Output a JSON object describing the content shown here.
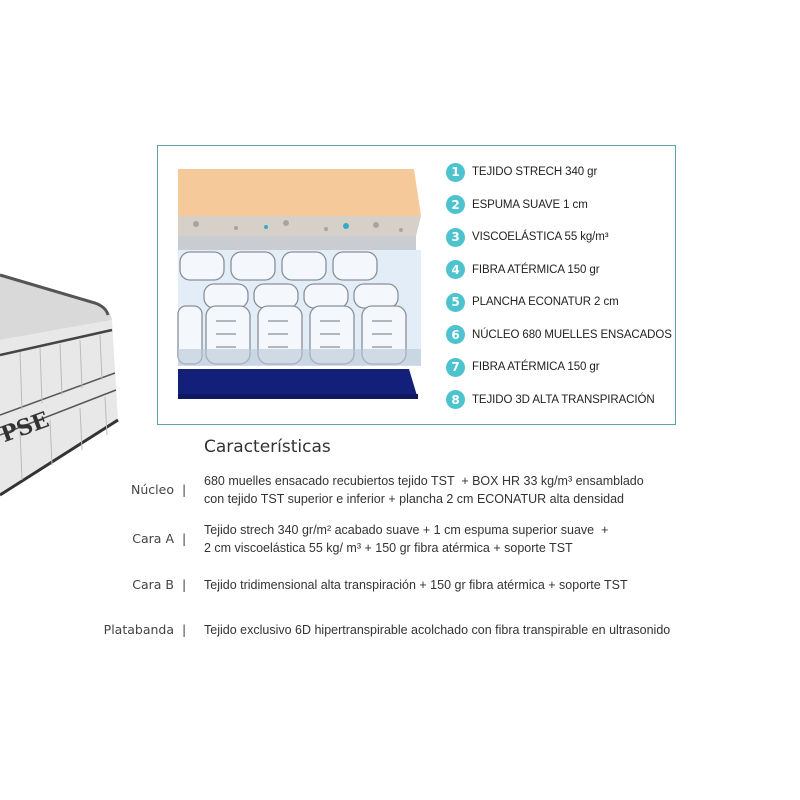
{
  "mattress": {
    "brand_partial": "PSE"
  },
  "legend": [
    {
      "n": "1",
      "label": "TEJIDO STRECH 340 gr"
    },
    {
      "n": "2",
      "label": "ESPUMA SUAVE 1 cm"
    },
    {
      "n": "3",
      "label": "VISCOELÁSTICA 55 kg/m³"
    },
    {
      "n": "4",
      "label": "FIBRA ATÉRMICA 150 gr"
    },
    {
      "n": "5",
      "label": "PLANCHA ECONATUR 2 cm"
    },
    {
      "n": "6",
      "label": "NÚCLEO 680 MUELLES ENSACADOS"
    },
    {
      "n": "7",
      "label": "FIBRA ATÉRMICA 150 gr"
    },
    {
      "n": "8",
      "label": "TEJIDO 3D ALTA TRANSPIRACIÓN"
    }
  ],
  "colors": {
    "accent": "#4dc3d0",
    "frame": "#5aa3a8",
    "navy": "#13207a",
    "peach": "#f6c99a"
  },
  "specs": {
    "heading": "Características",
    "separator": "|",
    "rows": [
      {
        "label": "Núcleo",
        "lines": [
          "680 muelles ensacado recubiertos tejido TST  + BOX HR 33 kg/m³ ensamblado",
          "con tejido TST superior e inferior + plancha 2 cm ECONATUR alta densidad"
        ]
      },
      {
        "label": "Cara A",
        "lines": [
          "Tejido strech 340 gr/m² acabado suave + 1 cm espuma superior suave  +",
          "2 cm viscoelástica 55 kg/ m³ + 150 gr fibra atérmica + soporte TST"
        ]
      },
      {
        "label": "Cara B",
        "lines": [
          "Tejido tridimensional alta transpiración + 150 gr fibra atérmica + soporte TST"
        ]
      },
      {
        "label": "Platabanda",
        "lines": [
          "Tejido exclusivo 6D hipertranspirable acolchado con fibra transpirable en ultrasonido"
        ]
      }
    ]
  }
}
